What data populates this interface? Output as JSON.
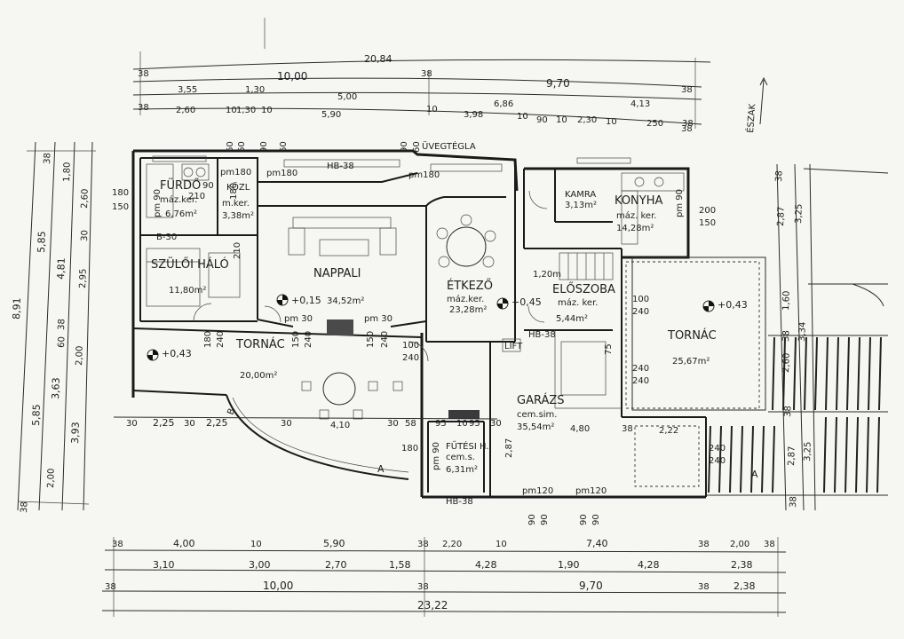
{
  "plan": {
    "north_label": "ÉSZAK",
    "glass_block": "ÜVEGTÉGLA",
    "lintel_labels": [
      "HB-38",
      "HB-38",
      "HB-38",
      "B-30"
    ],
    "lift_label": "LIFT",
    "section_marks": [
      "A",
      "A",
      "B"
    ],
    "rooms": [
      {
        "name": "FÜRDŐ",
        "floor": "máz.ker.",
        "area": "6,76m²"
      },
      {
        "name": "KÖZL",
        "floor": "m.ker.",
        "area": "3,38m²"
      },
      {
        "name": "KAMRA",
        "floor": "",
        "area": "3,13m²"
      },
      {
        "name": "KONYHA",
        "floor": "máz. ker.",
        "area": "14,28m²"
      },
      {
        "name": "SZÜLŐI HÁLÓ",
        "floor": "",
        "area": "11,80m²"
      },
      {
        "name": "NAPPALI",
        "floor": "",
        "area": "34,52m²"
      },
      {
        "name": "ÉTKEZŐ",
        "floor": "máz.ker.",
        "area": "23,28m²"
      },
      {
        "name": "ELŐSZOBA",
        "floor": "máz. ker.",
        "area": "5,44m²"
      },
      {
        "name": "TORNÁC",
        "floor": "",
        "area": "25,67m²"
      },
      {
        "name": "TORNÁC",
        "floor": "",
        "area": "20,00m²"
      },
      {
        "name": "GARÁZS",
        "floor": "cem.sim.",
        "area": "35,54m²"
      },
      {
        "name": "FŰTÉSI H.",
        "floor": "cem.s.",
        "area": "6,31m²"
      }
    ],
    "levels": [
      "+0,15",
      "+0,45",
      "+0,43",
      "+0,43"
    ],
    "top_dims": {
      "row1": [
        "20,84"
      ],
      "row2": [
        "38",
        "10,00",
        "38",
        "9,70",
        "38"
      ],
      "row3": [
        "3,55",
        "1,30",
        "5,00",
        "6,86",
        "4,13",
        "38"
      ],
      "row4": [
        "38",
        "2,60",
        "10",
        "1,30",
        "10",
        "5,90",
        "10",
        "3,98",
        "10",
        "90",
        "10",
        "2,30",
        "10",
        "250",
        "38"
      ]
    },
    "bottom_dims": {
      "row1": [
        "38",
        "4,00",
        "10",
        "5,90",
        "38",
        "2,20",
        "10",
        "7,40",
        "38",
        "2,00",
        "38"
      ],
      "row2": [
        "3,10",
        "3,00",
        "2,70",
        "1,58",
        "4,28",
        "1,90",
        "4,28",
        "2,38"
      ],
      "row3": [
        "38",
        "10,00",
        "38",
        "9,70",
        "38",
        "2,38"
      ],
      "row4": [
        "23,22"
      ]
    },
    "left_dims": [
      "38",
      "1,80",
      "2,60",
      "30",
      "5,85",
      "4,81",
      "2,95",
      "8,91",
      "38",
      "60",
      "2,00",
      "3,63",
      "5,85",
      "3,93",
      "2,00",
      "38"
    ],
    "right_dims": [
      "38",
      "2,87",
      "3,25",
      "1,60",
      "38",
      "3,34",
      "38",
      "2,60",
      "2,87",
      "3,25",
      "38"
    ],
    "misc_dims": [
      "60",
      "60",
      "90",
      "60",
      "90",
      "60",
      "pm180",
      "pm180",
      "pm180",
      "180",
      "150",
      "pm 90",
      "210",
      "90",
      "180",
      "210",
      "pm 30",
      "pm 30",
      "150",
      "240",
      "180",
      "240",
      "150",
      "240",
      "100",
      "240",
      "1,20m",
      "pm 90",
      "200",
      "150",
      "100",
      "240",
      "75",
      "240",
      "240",
      "2,22",
      "240",
      "240",
      "30",
      "2,25",
      "30",
      "2,25",
      "30",
      "4,10",
      "30",
      "58",
      "95",
      "10",
      "95",
      "30",
      "4,80",
      "38",
      "180",
      "pm 90",
      "pm120",
      "pm120",
      "90",
      "90",
      "90",
      "90",
      "2,87"
    ]
  }
}
